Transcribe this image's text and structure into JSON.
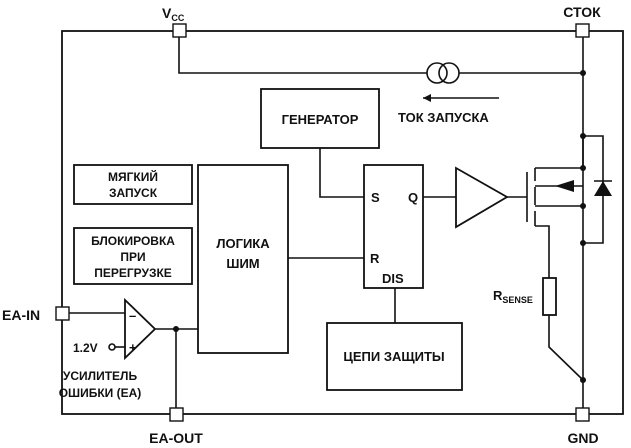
{
  "pins": {
    "vcc_main": "V",
    "vcc_sub": "CC",
    "drain": "СТОК",
    "gnd": "GND",
    "ea_in": "EA-IN",
    "ea_out": "EA-OUT"
  },
  "blocks": {
    "generator": "ГЕНЕРАТОР",
    "soft_start": [
      "МЯГКИЙ",
      "ЗАПУСК"
    ],
    "overload_lockout": [
      "БЛОКИРОВКА",
      "ПРИ",
      "ПЕРЕГРУЗКЕ"
    ],
    "pwm_logic": [
      "ЛОГИКА",
      "ШИМ"
    ],
    "protection": "ЦЕПИ ЗАЩИТЫ",
    "flipflop": {
      "s": "S",
      "q": "Q",
      "r": "R",
      "dis": "DIS"
    }
  },
  "labels": {
    "startup_current": "ТОК ЗАПУСКА",
    "rsense_main": "R",
    "rsense_sub": "SENSE",
    "reference": "1.2V",
    "ea_minus": "–",
    "ea_plus": "+",
    "ea_caption": [
      "УСИЛИТЕЛЬ",
      "ОШИБКИ (EA)"
    ]
  }
}
